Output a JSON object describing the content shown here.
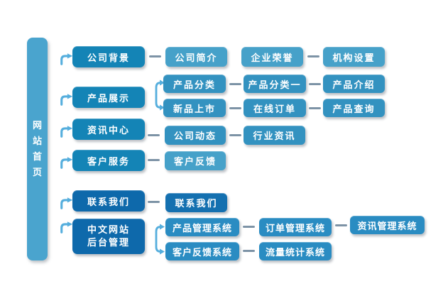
{
  "nodes": {
    "home": "网站首页",
    "row1_main": "公司背景",
    "row1_c1": "公司简介",
    "row1_c2": "企业荣誉",
    "row1_c3": "机构设置",
    "row2_main": "产品展示",
    "row2a_c1": "产品分类",
    "row2a_c2": "产品分类一",
    "row2a_c3": "产品介绍",
    "row2b_c1": "新品上市",
    "row2b_c2": "在线订单",
    "row2b_c3": "产品查询",
    "row3_main": "资讯中心",
    "row3_c1": "公司动态",
    "row3_c2": "行业资讯",
    "row4_main": "客户服务",
    "row4_c1": "客户反馈",
    "row5_main": "联系我们",
    "row5_c1": "联系我们",
    "row6_main_line1": "中文网站",
    "row6_main_line2": "后台管理",
    "row6a_c1": "产品管理系统",
    "row6a_c2": "订单管理系统",
    "row6a_c3": "资讯管理系统",
    "row6b_c1": "客户反馈系统",
    "row6b_c2": "流量统计系统"
  },
  "colors": {
    "home_bar": "#4aa4ce",
    "level1_teal": "#1484b6",
    "level1_dark": "#0e69ab",
    "child_light": "#46a1c9",
    "child_mid": "#3392c0",
    "child_dark": "#1470b0",
    "system_blue": "#2a8cc2",
    "arrow_blue": "#55aedd",
    "connector_gray": "#7d93a6",
    "text": "#ffffff",
    "background": "#ffffff"
  }
}
